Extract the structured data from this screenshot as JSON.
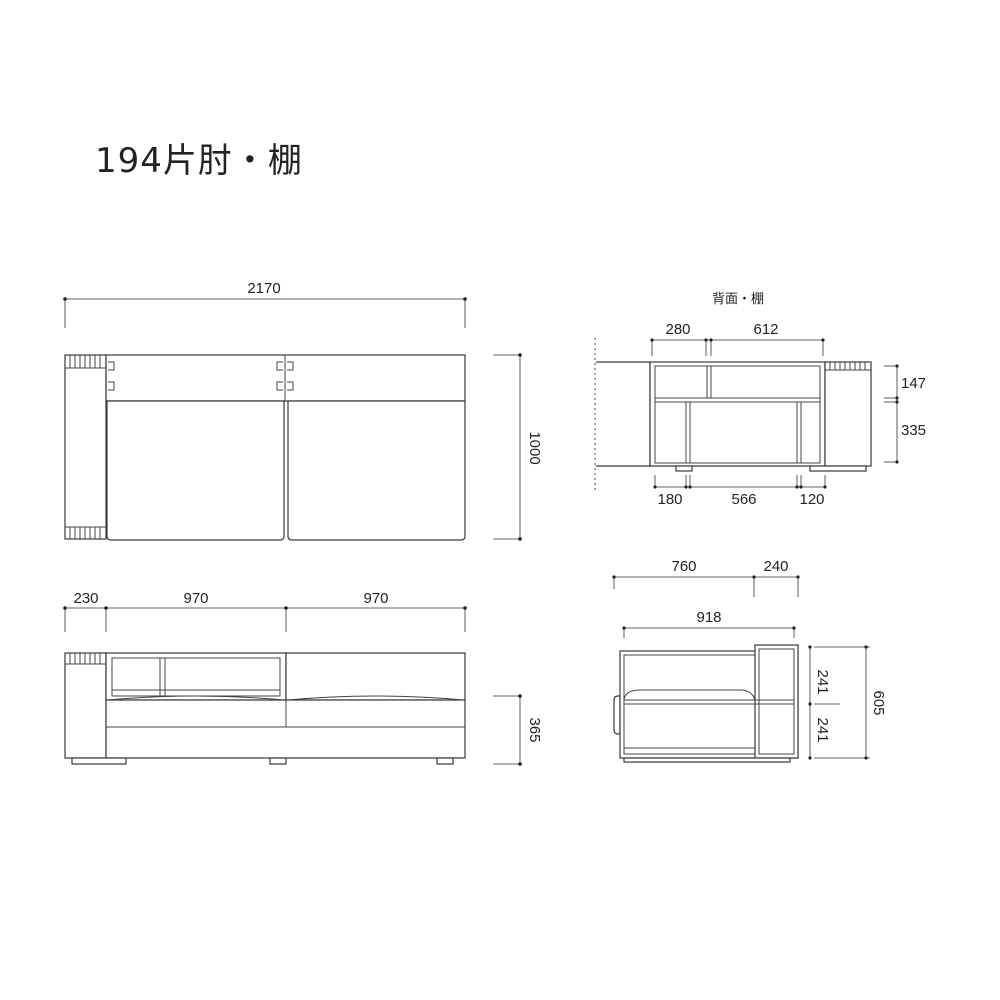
{
  "title": "194片肘・棚",
  "top_view": {
    "overall_width": "2170",
    "depth": "1000"
  },
  "front_view": {
    "arm_width": "230",
    "seat1_width": "970",
    "seat2_width": "970",
    "height": "365"
  },
  "back_view": {
    "label": "背面・棚",
    "shelf_left_width": "280",
    "shelf_right_width": "612",
    "upper_height": "147",
    "lower_height": "335",
    "lower_left": "180",
    "lower_mid": "566",
    "lower_right": "120"
  },
  "side_view": {
    "seat_depth": "760",
    "shelf_depth": "240",
    "inner_depth": "918",
    "upper_height": "241",
    "lower_height": "241",
    "total_height": "605"
  }
}
